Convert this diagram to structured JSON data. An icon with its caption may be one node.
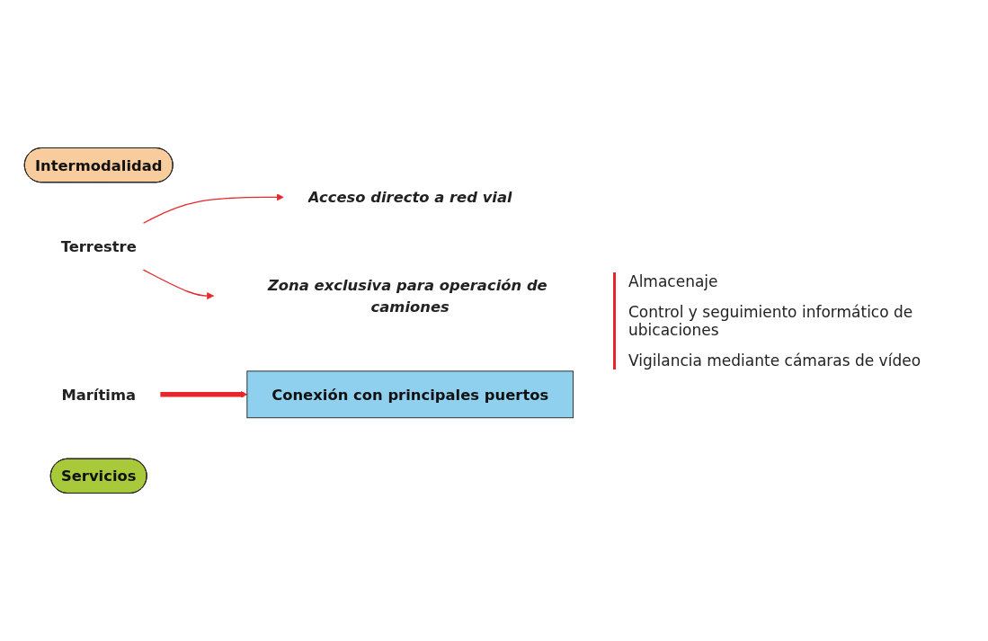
{
  "diagram": {
    "nodes": [
      {
        "text": [
          "Intermodalidad"
        ]
      },
      {
        "text": [
          "Terrestre"
        ]
      },
      {
        "text": [
          "Marítima"
        ]
      },
      {
        "text": [
          "Acceso directo a red vial"
        ]
      },
      {
        "text": [
          "Zona exclusiva para operación de camiones"
        ]
      },
      {
        "text": [
          "Conexión con principales puertos"
        ]
      },
      {
        "text": [
          "Servicios"
        ]
      }
    ],
    "edges": [
      {
        "from": 1,
        "to": 3,
        "arrow": "to"
      },
      {
        "from": 1,
        "to": 4,
        "arrow": "to"
      },
      {
        "from": 2,
        "to": 5,
        "arrow": "to",
        "style": "thick"
      }
    ],
    "labels": [
      "Almacenaje",
      "Control y seguimiento informático de ubicaciones",
      "Vigilancia mediante cámaras de vídeo"
    ]
  }
}
